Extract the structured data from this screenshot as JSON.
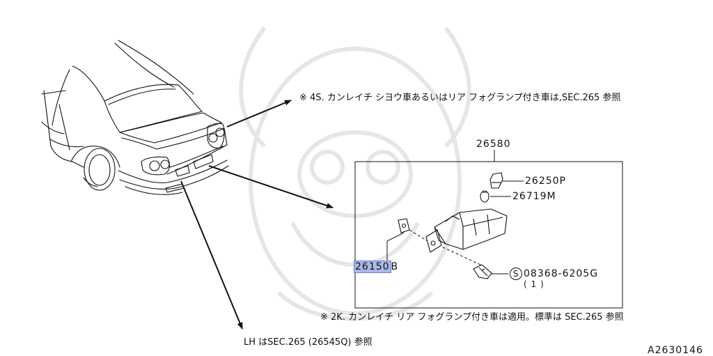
{
  "notes": {
    "top": "※ 4S. カンレイチ シヨウ車あるいはリア フォグランプ付き車は,SEC.265 参照",
    "bottom": "※ 2K. カンレイチ リア フォグランプ付き車は適用。標準は SEC.265 参照",
    "lh": "LH はSEC.265 (26545Q) 参照"
  },
  "parts": {
    "assembly": "26580",
    "bulb": "26250P",
    "socket": "26719M",
    "bracket_number": "26150",
    "bracket_suffix": "B",
    "screw_symbol": "S",
    "screw": "08368-6205G",
    "screw_qty": "( 1 )"
  },
  "figure_id": "A2630146",
  "colors": {
    "line": "#111111",
    "highlight": "#aab8e6",
    "watermark": "#e6e6e6"
  }
}
